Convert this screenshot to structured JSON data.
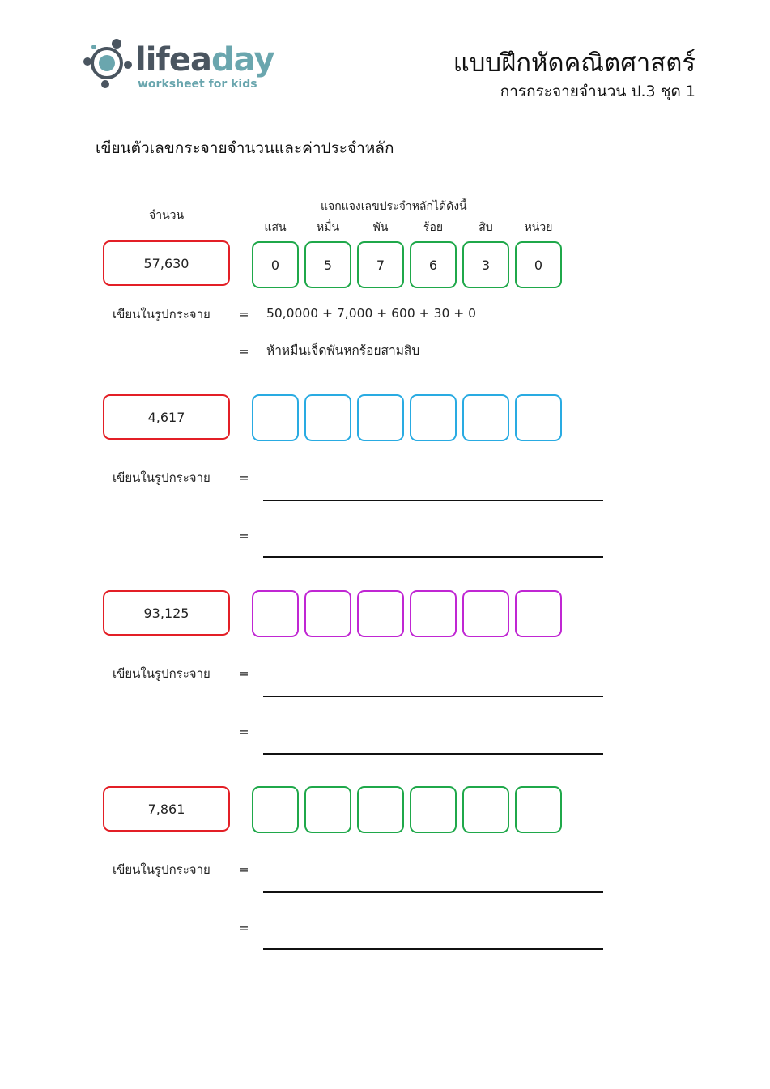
{
  "logo": {
    "word_part1": "lifea",
    "word_part2": "day",
    "tagline": "worksheet for kids",
    "icon": "molecule-logo-icon"
  },
  "header": {
    "title": "แบบฝึกหัดคณิตศาสตร์",
    "subtitle": "การกระจายจำนวน ป.3  ชุด 1"
  },
  "instruction": "เขียนตัวเลขกระจายจำนวนและค่าประจำหลัก",
  "columns": {
    "number_label": "จำนวน",
    "places_label": "แจกแจงเลขประจำหลักได้ดังนี้",
    "places": [
      "แสน",
      "หมื่น",
      "พัน",
      "ร้อย",
      "สิบ",
      "หน่วย"
    ]
  },
  "expanded_label": "เขียนในรูปกระจาย",
  "equals": "=",
  "colors": {
    "number_border": "#e31f26",
    "green": "#1fa84a",
    "blue": "#29abe2",
    "purple": "#c026d3"
  },
  "problems": [
    {
      "number": "57,630",
      "digits": [
        "0",
        "5",
        "7",
        "6",
        "3",
        "0"
      ],
      "box_color": "green",
      "expanded": "50,0000 + 7,000 + 600 + 30 + 0",
      "words": "ห้าหมื่นเจ็ดพันหกร้อยสามสิบ"
    },
    {
      "number": "4,617",
      "digits": [
        "",
        "",
        "",
        "",
        "",
        ""
      ],
      "box_color": "blue",
      "expanded": "",
      "words": ""
    },
    {
      "number": "93,125",
      "digits": [
        "",
        "",
        "",
        "",
        "",
        ""
      ],
      "box_color": "purple",
      "expanded": "",
      "words": ""
    },
    {
      "number": "7,861",
      "digits": [
        "",
        "",
        "",
        "",
        "",
        ""
      ],
      "box_color": "green",
      "expanded": "",
      "words": ""
    }
  ]
}
